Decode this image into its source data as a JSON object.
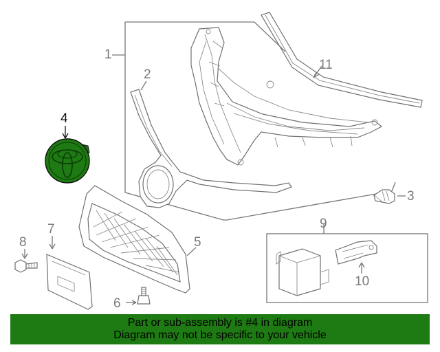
{
  "callouts": {
    "c1": "1",
    "c2": "2",
    "c3": "3",
    "c4": "4",
    "c5": "5",
    "c6": "6",
    "c7": "7",
    "c8": "8",
    "c9": "9",
    "c10": "10",
    "c11": "11"
  },
  "highlight_color": "#1e7a12",
  "banner": {
    "line1": "Part or sub-assembly is #4 in diagram",
    "line2": "Diagram may not be specific to your vehicle"
  }
}
